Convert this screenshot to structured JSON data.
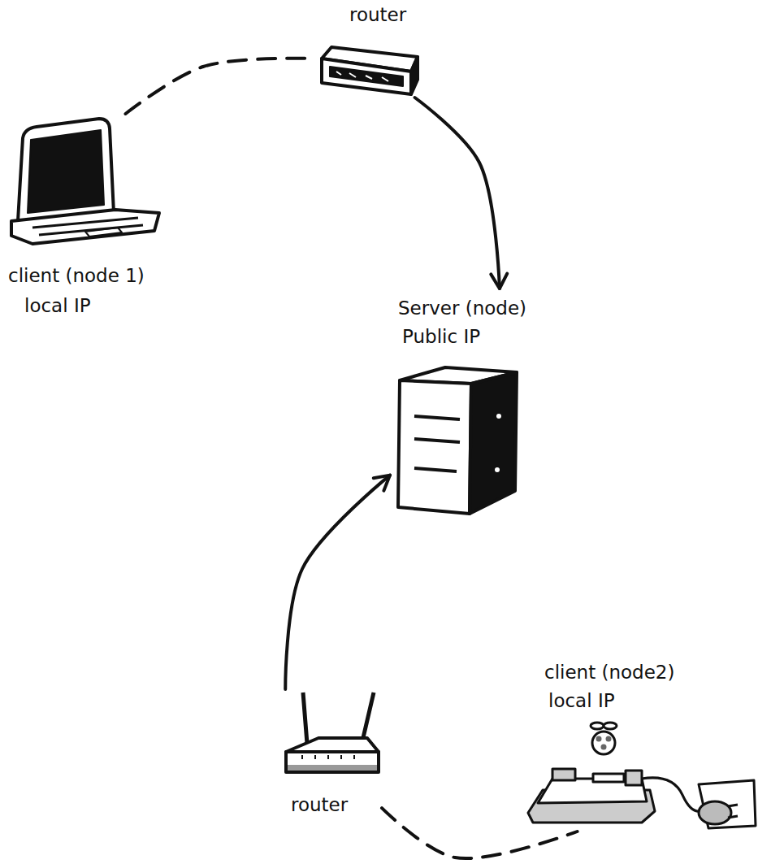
{
  "diagram": {
    "nodes": [
      {
        "text": [
          "router"
        ]
      },
      {
        "text": [
          "client (node 1)",
          "local IP"
        ]
      },
      {
        "text": [
          "Server (node)",
          "Public IP"
        ]
      },
      {
        "text": [
          "router"
        ]
      },
      {
        "text": [
          "client (node2)",
          "local IP"
        ]
      }
    ],
    "edges": [
      {
        "from": 1,
        "to": 0,
        "arrow": "none"
      },
      {
        "from": 0,
        "to": 2,
        "arrow": "to"
      },
      {
        "from": 3,
        "to": 2,
        "arrow": "to"
      },
      {
        "from": 3,
        "to": 4,
        "arrow": "none"
      }
    ]
  }
}
